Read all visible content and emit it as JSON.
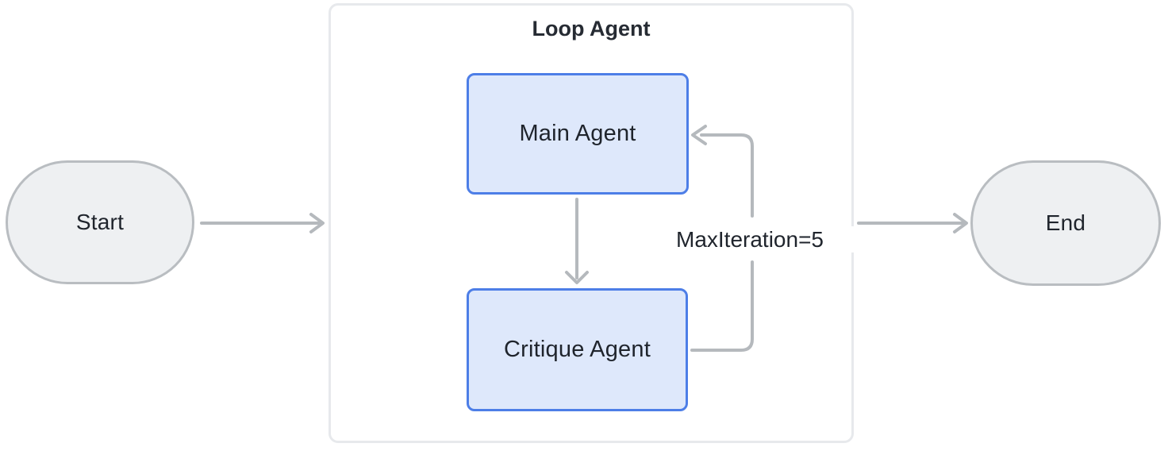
{
  "diagram": {
    "container": {
      "title": "Loop Agent"
    },
    "nodes": {
      "start": "Start",
      "main_agent": "Main Agent",
      "critique_agent": "Critique Agent",
      "end": "End"
    },
    "edge_labels": {
      "max_iteration": "MaxIteration=5"
    },
    "edges": [
      {
        "from": "start",
        "to": "loop-agent-container"
      },
      {
        "from": "main_agent",
        "to": "critique_agent"
      },
      {
        "from": "critique_agent",
        "to": "main_agent",
        "label": "MaxIteration=5"
      },
      {
        "from": "loop-agent-container",
        "to": "end"
      }
    ],
    "colors": {
      "canvas_bg": "#ffffff",
      "terminal_fill": "#eef0f2",
      "terminal_border": "#b9bdc1",
      "agent_fill": "#dee8fb",
      "agent_border": "#4d7ee7",
      "container_border": "#e7e9ec",
      "arrow": "#b5b9bd",
      "text": "#1f242c",
      "title_text": "#262b33"
    }
  }
}
